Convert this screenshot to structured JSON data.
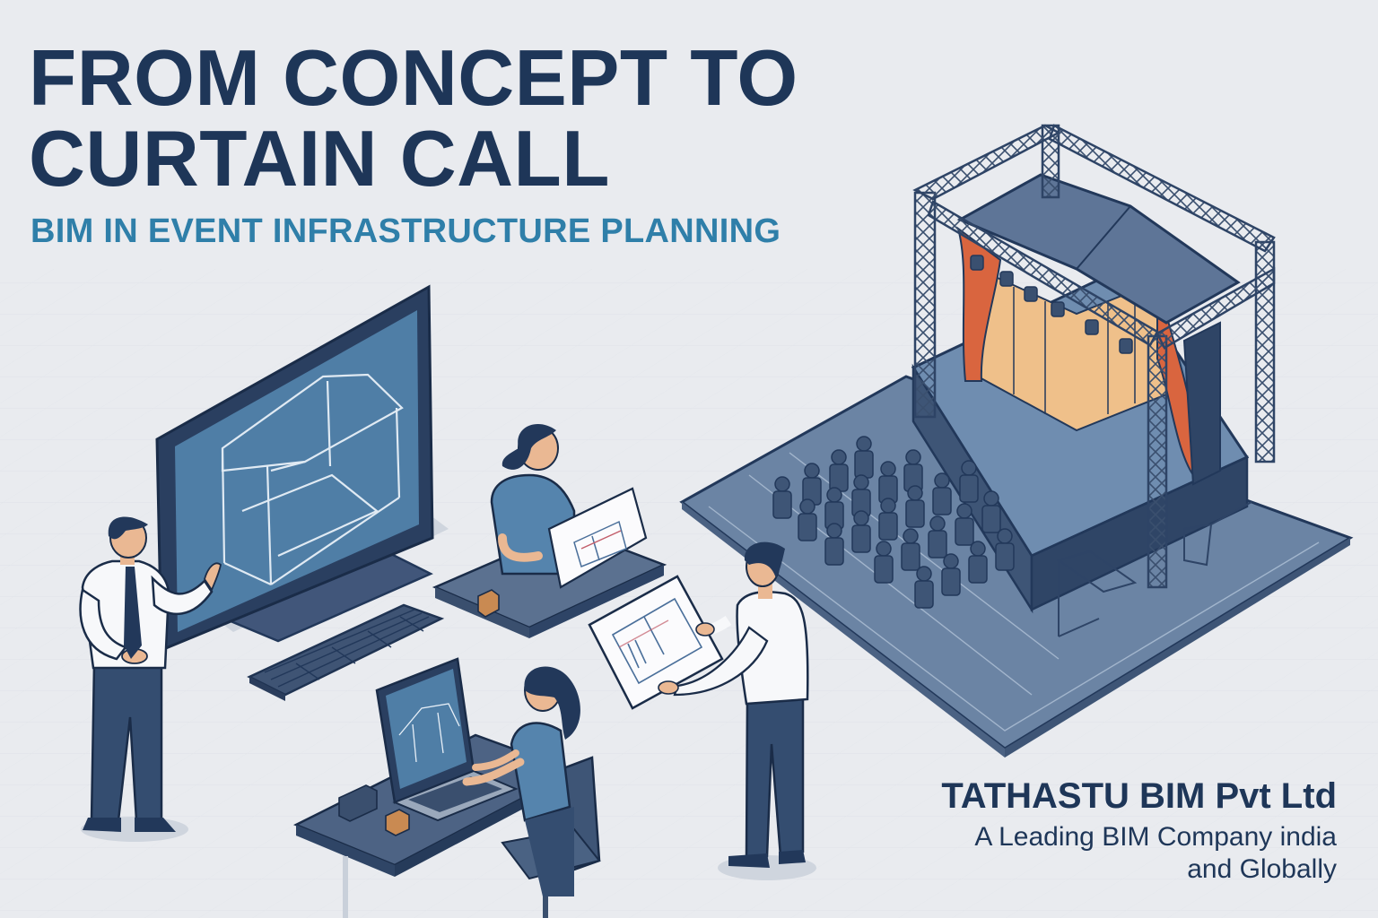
{
  "header": {
    "title_lines": [
      "FROM CONCEPT TO",
      "CURTAIN CALL"
    ],
    "subtitle": "BIM IN EVENT INFRASTRUCTURE PLANNING"
  },
  "brand": {
    "name": "TATHASTU BIM Pvt Ltd",
    "tagline_lines": [
      "A Leading BIM Company india",
      "and Globally"
    ]
  },
  "illustration": {
    "scenes": [
      {
        "id": "presenter-at-monitor",
        "icon": "man-presenting-icon"
      },
      {
        "id": "woman-reviewing-drawing",
        "icon": "woman-with-blueprint-icon"
      },
      {
        "id": "woman-at-laptop",
        "icon": "woman-at-laptop-icon"
      },
      {
        "id": "man-holding-plan",
        "icon": "man-holding-plan-icon"
      },
      {
        "id": "stage-model",
        "icon": "stage-truss-icon"
      }
    ]
  },
  "colors": {
    "background": "#e9ebef",
    "navy": "#1e3658",
    "accent_blue": "#2f7fa9",
    "slate": "#5f7898",
    "slate_dark": "#3d5475",
    "screen_blue": "#4f7ea6",
    "curtain_orange": "#d9653f",
    "backdrop_tan": "#efc08a",
    "skin": "#eab893",
    "shirt_white": "#f7f8fa",
    "top_blue": "#5584ad"
  }
}
